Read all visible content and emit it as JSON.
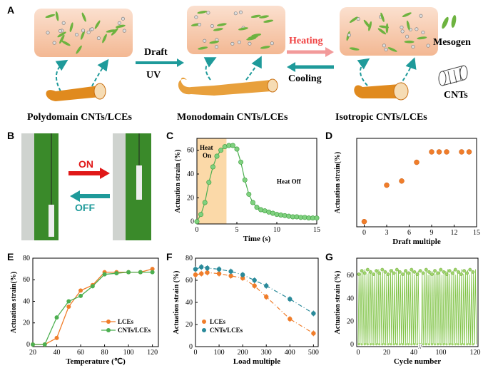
{
  "panelA": {
    "label": "A",
    "captions": [
      "Polydomain CNTs/LCEs",
      "Monodomain CNTs/LCEs",
      "Isotropic CNTs/LCEs"
    ],
    "draft": "Draft",
    "uv": "UV",
    "heating": "Heating",
    "cooling": "Cooling",
    "legend_mesogen": "Mesogen",
    "legend_cnts": "CNTs",
    "colors": {
      "mesogen": "#6db33f",
      "fiber": "#e08a1e",
      "arrow": "#1e9a9a",
      "heating": "#f07070",
      "box": "#f6c6a8"
    }
  },
  "panelB": {
    "label": "B",
    "on": "ON",
    "off": "OFF"
  },
  "chart_data": [
    {
      "panel": "C",
      "type": "scatter",
      "x": [
        0,
        0.5,
        1,
        1.5,
        2,
        2.5,
        3,
        3.5,
        4,
        4.5,
        5,
        5.5,
        6,
        6.5,
        7,
        7.5,
        8,
        8.5,
        9,
        9.5,
        10,
        10.5,
        11,
        11.5,
        12,
        12.5,
        13,
        13.5,
        14,
        14.5,
        15
      ],
      "y": [
        0,
        6,
        16,
        33,
        46,
        55,
        60,
        63,
        64,
        64,
        61,
        50,
        35,
        23,
        16,
        12,
        10,
        9,
        8,
        7,
        6,
        5.5,
        5,
        4.5,
        4,
        4,
        3.5,
        3.5,
        3,
        3,
        3
      ],
      "annotations": [
        "Heat",
        "On",
        "Heat Off"
      ],
      "xlabel": "Time (s)",
      "ylabel": "Actuation strain (%)",
      "xlim": [
        0,
        15
      ],
      "ylim": [
        -2,
        70
      ],
      "xticks": [
        "0",
        "5",
        "10",
        "15"
      ],
      "yticks": [
        "0",
        "20",
        "40",
        "60"
      ]
    },
    {
      "panel": "D",
      "type": "scatter",
      "x": [
        0,
        3,
        5,
        7,
        9,
        10,
        11,
        13,
        14
      ],
      "y": [
        0,
        35,
        39,
        57,
        67,
        67,
        67,
        67,
        67
      ],
      "xlabel": "Draft multiple",
      "ylabel": "Actuation strain(%)",
      "xlim": [
        -1,
        15
      ],
      "ylim": [
        -5,
        80
      ],
      "xticks": [
        "0",
        "3",
        "6",
        "9",
        "12",
        "15"
      ]
    },
    {
      "panel": "E",
      "type": "line",
      "x": [
        20,
        30,
        40,
        50,
        60,
        70,
        80,
        90,
        100,
        110,
        120
      ],
      "series": [
        {
          "name": "LCEs",
          "values": [
            0,
            0,
            6,
            35,
            50,
            55,
            67,
            67,
            67,
            67,
            70
          ]
        },
        {
          "name": "CNTs/LCEs",
          "values": [
            0,
            0,
            25,
            40,
            45,
            54,
            65,
            66,
            67,
            67,
            67
          ]
        }
      ],
      "xlabel": "Temperature (℃)",
      "ylabel": "Actuation strain(%)",
      "xlim": [
        20,
        125
      ],
      "ylim": [
        -2,
        80
      ],
      "xticks": [
        "20",
        "40",
        "60",
        "80",
        "100",
        "120"
      ],
      "yticks": [
        "0",
        "20",
        "40",
        "60",
        "80"
      ]
    },
    {
      "panel": "F",
      "type": "line",
      "x": [
        0,
        25,
        50,
        100,
        150,
        200,
        250,
        300,
        400,
        500
      ],
      "series": [
        {
          "name": "LCEs",
          "values": [
            65,
            66,
            67,
            66,
            64,
            62,
            55,
            45,
            25,
            12
          ]
        },
        {
          "name": "CNTs/LCEs",
          "values": [
            70,
            72,
            71,
            70,
            68,
            65,
            60,
            55,
            43,
            30
          ]
        }
      ],
      "xlabel": "Load multiple",
      "ylabel": "Actuation strain (%)",
      "xlim": [
        0,
        520
      ],
      "ylim": [
        0,
        80
      ],
      "xticks": [
        "0",
        "100",
        "200",
        "300",
        "400",
        "500"
      ],
      "yticks": [
        "0",
        "20",
        "40",
        "60",
        "80"
      ]
    },
    {
      "panel": "G",
      "type": "line",
      "xlabel": "Cycle number",
      "ylabel": "Actuation strain (%)",
      "xticks": [
        "0",
        "20",
        "40",
        "100",
        "120"
      ],
      "yticks": [
        "0",
        "20",
        "40",
        "60"
      ],
      "ylim": [
        -2,
        75
      ],
      "peak_mean": 63,
      "valley": 0
    }
  ],
  "labels": {
    "C": "C",
    "D": "D",
    "E": "E",
    "F": "F",
    "G": "G"
  }
}
